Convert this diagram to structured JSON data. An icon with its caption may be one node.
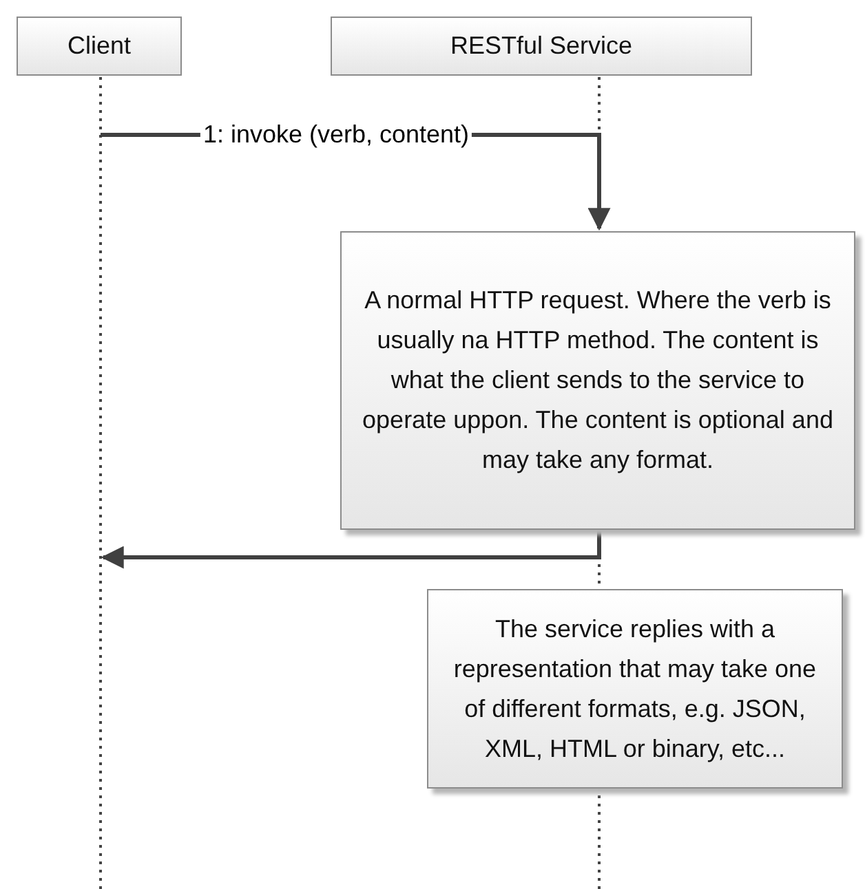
{
  "diagram": {
    "nodes": [
      {
        "text": [
          "Client"
        ]
      },
      {
        "text": [
          "RESTful Service"
        ]
      },
      {
        "text": [
          "A normal HTTP request. Where the verb is usually na HTTP method. The content is what the client sends to the service to operate uppon. The content is optional and may take any format."
        ]
      },
      {
        "text": [
          "The service replies with a representation that may take one of different formats, e.g. JSON, XML, HTML or binary, etc..."
        ]
      }
    ],
    "edges": [
      {
        "from": null,
        "to": 2,
        "arrow": "to",
        "label": "1: invoke (verb, content)"
      },
      {
        "from": 2,
        "to": null,
        "arrow": "to"
      }
    ]
  }
}
